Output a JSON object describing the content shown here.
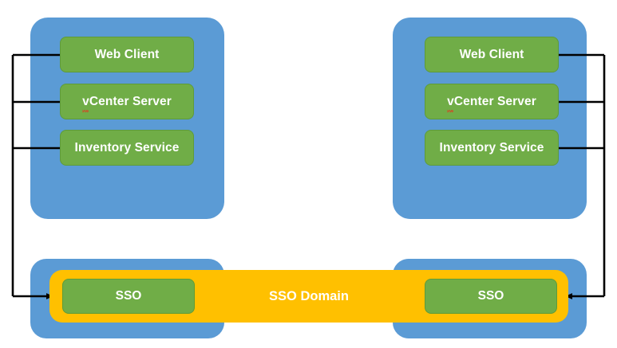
{
  "diagram": {
    "title": "SSO Domain",
    "colors": {
      "site_blue": "#5B9BD5",
      "component_green": "#70AD47",
      "component_green_border": "#5E9B39",
      "domain_orange": "#FFC000",
      "connector_black": "#000000",
      "label_white": "#FFFFFF",
      "spellcheck_red": "#E03A1F"
    },
    "sites": [
      {
        "id": "site-left",
        "side": "left",
        "components": [
          {
            "label": "Web Client"
          },
          {
            "label": "vCenter Server",
            "spellcheck_prefix": "v",
            "spellcheck_rest": "Center Server"
          },
          {
            "label": "Inventory Service"
          }
        ],
        "sso": {
          "label": "SSO"
        }
      },
      {
        "id": "site-right",
        "side": "right",
        "components": [
          {
            "label": "Web Client"
          },
          {
            "label": "vCenter Server",
            "spellcheck_prefix": "v",
            "spellcheck_rest": "Center Server"
          },
          {
            "label": "Inventory Service"
          }
        ],
        "sso": {
          "label": "SSO"
        }
      }
    ],
    "domain": {
      "label": "SSO Domain"
    },
    "connectors": [
      {
        "id": "left-web-client-to-sso",
        "from": "Web Client",
        "to": "SSO",
        "side": "left",
        "arrow": true
      },
      {
        "id": "left-vcenter-to-sso",
        "from": "vCenter Server",
        "to": "SSO",
        "side": "left",
        "arrow": true
      },
      {
        "id": "left-inventory-to-sso",
        "from": "Inventory Service",
        "to": "SSO",
        "side": "left",
        "arrow": true
      },
      {
        "id": "right-web-client-to-sso",
        "from": "Web Client",
        "to": "SSO",
        "side": "right",
        "arrow": true
      },
      {
        "id": "right-vcenter-to-sso",
        "from": "vCenter Server",
        "to": "SSO",
        "side": "right",
        "arrow": true
      },
      {
        "id": "right-inventory-to-sso",
        "from": "Inventory Service",
        "to": "SSO",
        "side": "right",
        "arrow": true
      }
    ]
  }
}
